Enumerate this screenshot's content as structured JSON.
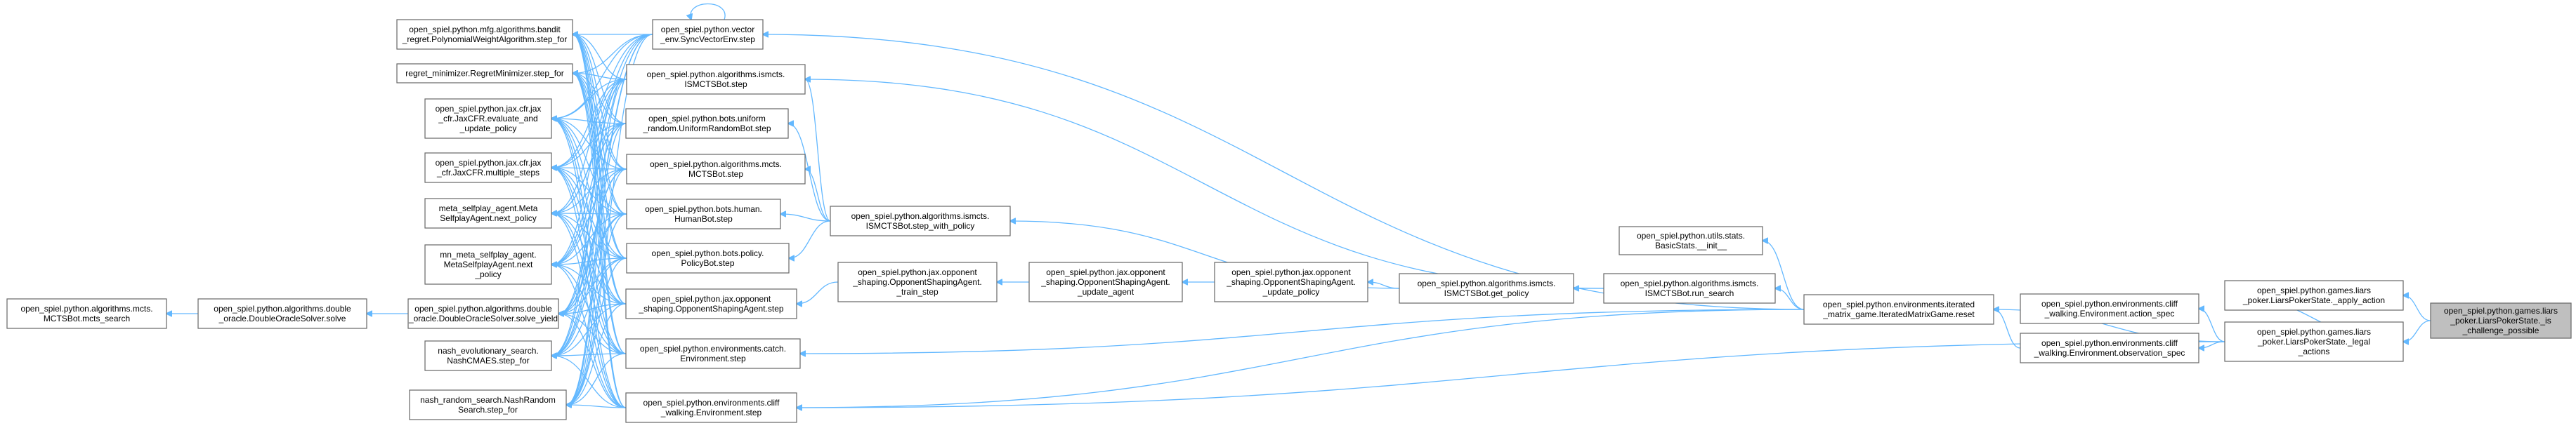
{
  "nodes": [
    {
      "id": "target",
      "lines": [
        "open_spiel.python.games.liars",
        "_poker.LiarsPokerState._is",
        "_challenge_possible"
      ],
      "root": true
    },
    {
      "id": "apply_action",
      "lines": [
        "open_spiel.python.games.liars",
        "_poker.LiarsPokerState._apply_action"
      ]
    },
    {
      "id": "legal_actions",
      "lines": [
        "open_spiel.python.games.liars",
        "_poker.LiarsPokerState._legal",
        "_actions"
      ]
    },
    {
      "id": "cliff_action_spec",
      "lines": [
        "open_spiel.python.environments.cliff",
        "_walking.Environment.action_spec"
      ]
    },
    {
      "id": "cliff_obs_spec",
      "lines": [
        "open_spiel.python.environments.cliff",
        "_walking.Environment.observation_spec"
      ]
    },
    {
      "id": "iterated_reset",
      "lines": [
        "open_spiel.python.environments.iterated",
        "_matrix_game.IteratedMatrixGame.reset"
      ]
    },
    {
      "id": "basicstats_init",
      "lines": [
        "open_spiel.python.utils.stats.",
        "BasicStats.__init__"
      ]
    },
    {
      "id": "ismcts_run_search",
      "lines": [
        "open_spiel.python.algorithms.ismcts.",
        "ISMCTSBot.run_search"
      ]
    },
    {
      "id": "ismcts_get_policy",
      "lines": [
        "open_spiel.python.algorithms.ismcts.",
        "ISMCTSBot.get_policy"
      ]
    },
    {
      "id": "osa_update_policy",
      "lines": [
        "open_spiel.python.jax.opponent",
        "_shaping.OpponentShapingAgent.",
        "_update_policy"
      ]
    },
    {
      "id": "osa_update_agent",
      "lines": [
        "open_spiel.python.jax.opponent",
        "_shaping.OpponentShapingAgent.",
        "_update_agent"
      ]
    },
    {
      "id": "osa_train_step",
      "lines": [
        "open_spiel.python.jax.opponent",
        "_shaping.OpponentShapingAgent.",
        "_train_step"
      ]
    },
    {
      "id": "ismcts_step_with_policy",
      "lines": [
        "open_spiel.python.algorithms.ismcts.",
        "ISMCTSBot.step_with_policy"
      ]
    },
    {
      "id": "vector_env_step",
      "lines": [
        "open_spiel.python.vector",
        "_env.SyncVectorEnv.step"
      ]
    },
    {
      "id": "ismcts_step",
      "lines": [
        "open_spiel.python.algorithms.ismcts.",
        "ISMCTSBot.step"
      ]
    },
    {
      "id": "uniform_random_step",
      "lines": [
        "open_spiel.python.bots.uniform",
        "_random.UniformRandomBot.step"
      ]
    },
    {
      "id": "mcts_step",
      "lines": [
        "open_spiel.python.algorithms.mcts.",
        "MCTSBot.step"
      ]
    },
    {
      "id": "human_bot_step",
      "lines": [
        "open_spiel.python.bots.human.",
        "HumanBot.step"
      ]
    },
    {
      "id": "policy_bot_step",
      "lines": [
        "open_spiel.python.bots.policy.",
        "PolicyBot.step"
      ]
    },
    {
      "id": "osa_step",
      "lines": [
        "open_spiel.python.jax.opponent",
        "_shaping.OpponentShapingAgent.step"
      ]
    },
    {
      "id": "catch_env_step",
      "lines": [
        "open_spiel.python.environments.catch.",
        "Environment.step"
      ]
    },
    {
      "id": "cliff_env_step",
      "lines": [
        "open_spiel.python.environments.cliff",
        "_walking.Environment.step"
      ]
    },
    {
      "id": "mfg_bandit_step_for",
      "lines": [
        "open_spiel.python.mfg.algorithms.bandit",
        "_regret.PolynomialWeightAlgorithm.step_for"
      ]
    },
    {
      "id": "regret_min_step_for",
      "lines": [
        "regret_minimizer.RegretMinimizer.step_for"
      ]
    },
    {
      "id": "jaxcfr_evaluate",
      "lines": [
        "open_spiel.python.jax.cfr.jax",
        "_cfr.JaxCFR.evaluate_and",
        "_update_policy"
      ]
    },
    {
      "id": "jaxcfr_multiple_steps",
      "lines": [
        "open_spiel.python.jax.cfr.jax",
        "_cfr.JaxCFR.multiple_steps"
      ]
    },
    {
      "id": "meta_next_policy",
      "lines": [
        "meta_selfplay_agent.Meta",
        "SelfplayAgent.next_policy"
      ]
    },
    {
      "id": "mn_meta_next_policy",
      "lines": [
        "mn_meta_selfplay_agent.",
        "MetaSelfplayAgent.next",
        "_policy"
      ]
    },
    {
      "id": "double_oracle_solve_yield",
      "lines": [
        "open_spiel.python.algorithms.double",
        "_oracle.DoubleOracleSolver.solve_yield"
      ]
    },
    {
      "id": "nash_evo_step_for",
      "lines": [
        "nash_evolutionary_search.",
        "NashCMAES.step_for"
      ]
    },
    {
      "id": "nash_random_step_for",
      "lines": [
        "nash_random_search.NashRandom",
        "Search.step_for"
      ]
    },
    {
      "id": "double_oracle_solve",
      "lines": [
        "open_spiel.python.algorithms.double",
        "_oracle.DoubleOracleSolver.solve"
      ]
    },
    {
      "id": "mcts_search",
      "lines": [
        "open_spiel.python.algorithms.mcts.",
        "MCTSBot.mcts_search"
      ]
    }
  ]
}
